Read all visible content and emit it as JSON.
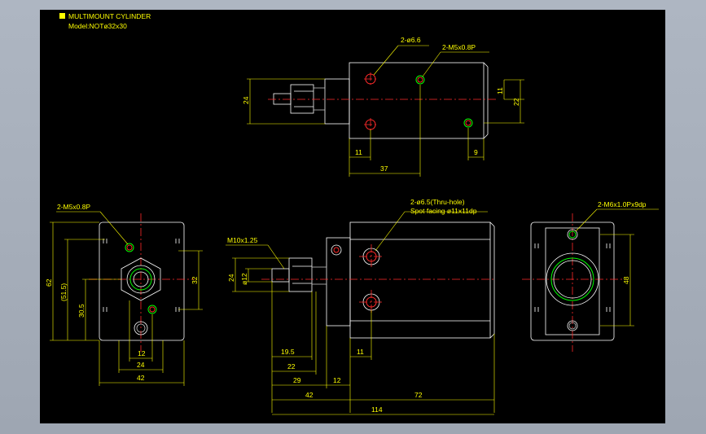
{
  "title": {
    "line1": "MULTIMOUNT CYLINDER",
    "line2": "Model:NOTø32x30"
  },
  "colors": {
    "background": "#000000",
    "frame": "#a8b0bc",
    "outline": "#ffffff",
    "dimension": "#ffff00",
    "centerline": "#ff2a2a",
    "hole_highlight": "#00ff00",
    "title_marker": "#ffff00"
  },
  "top_view": {
    "callout_hole": "2-ø6.6",
    "callout_thread": "2-M5x0.8P",
    "dims": {
      "height": "24",
      "right_small": "11",
      "right_large": "22",
      "bottom_left": "11",
      "bottom_right": "9",
      "bottom_total": "37"
    }
  },
  "left_view": {
    "callout_thread": "2-M5x0.8P",
    "dims": {
      "height_total": "62",
      "height_inner": "(51.5)",
      "height_lower": "30.5",
      "right_height": "32",
      "bottom_inner": "12",
      "bottom_mid": "24",
      "bottom_total": "42"
    }
  },
  "front_view": {
    "callout_rod_thread": "M10x1.25",
    "callout_hole_line1": "2-ø6.5(Thru-hole)",
    "callout_hole_line2": "Spot facing ø11x11dp",
    "dims": {
      "rod_dia": "ø12",
      "rod_height": "24",
      "d19_5": "19.5",
      "d22": "22",
      "d29": "29",
      "d12": "12",
      "d11": "11",
      "d42": "42",
      "d72": "72",
      "d114": "114"
    }
  },
  "right_view": {
    "callout_thread": "2-M6x1.0Px9dp",
    "dims": {
      "height": "48"
    }
  }
}
